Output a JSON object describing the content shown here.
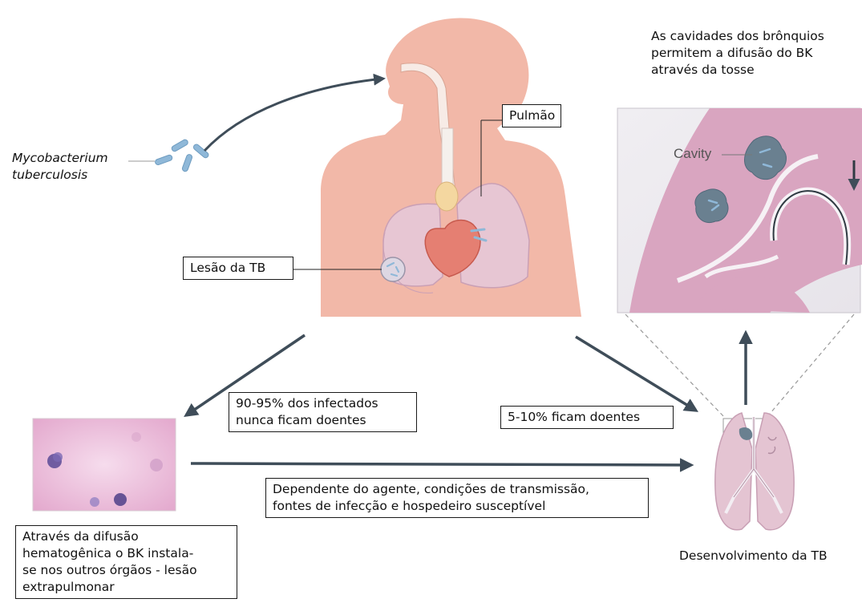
{
  "labels": {
    "organism": "Mycobacterium\ntuberculosis",
    "lung": "Pulmão",
    "lesion": "Lesão da TB",
    "cavities_note": "As cavidades dos brônquios\npermitem a difusão do BK\natravés da tosse",
    "cavity": "Cavity",
    "never_sick": "90-95% dos infectados\nnunca ficam doentes",
    "get_sick": "5-10% ficam doentes",
    "dependency": "Dependente do agente, condições de transmissão,\nfontes de infecção e hospedeiro susceptível",
    "hematogenic": "Através da difusão\nhematogênica o BK instala-\nse nos outros órgãos - lesão\nextrapulmonar",
    "development": "Desenvolvimento da TB"
  },
  "colors": {
    "skin": "#f2b8a8",
    "lung": "#e7c6d3",
    "heart": "#e57f72",
    "bacteria": "#8fb8d8",
    "arrow": "#3f4d59",
    "cavity": "#6a8090",
    "stain": "#e7b6d6"
  }
}
